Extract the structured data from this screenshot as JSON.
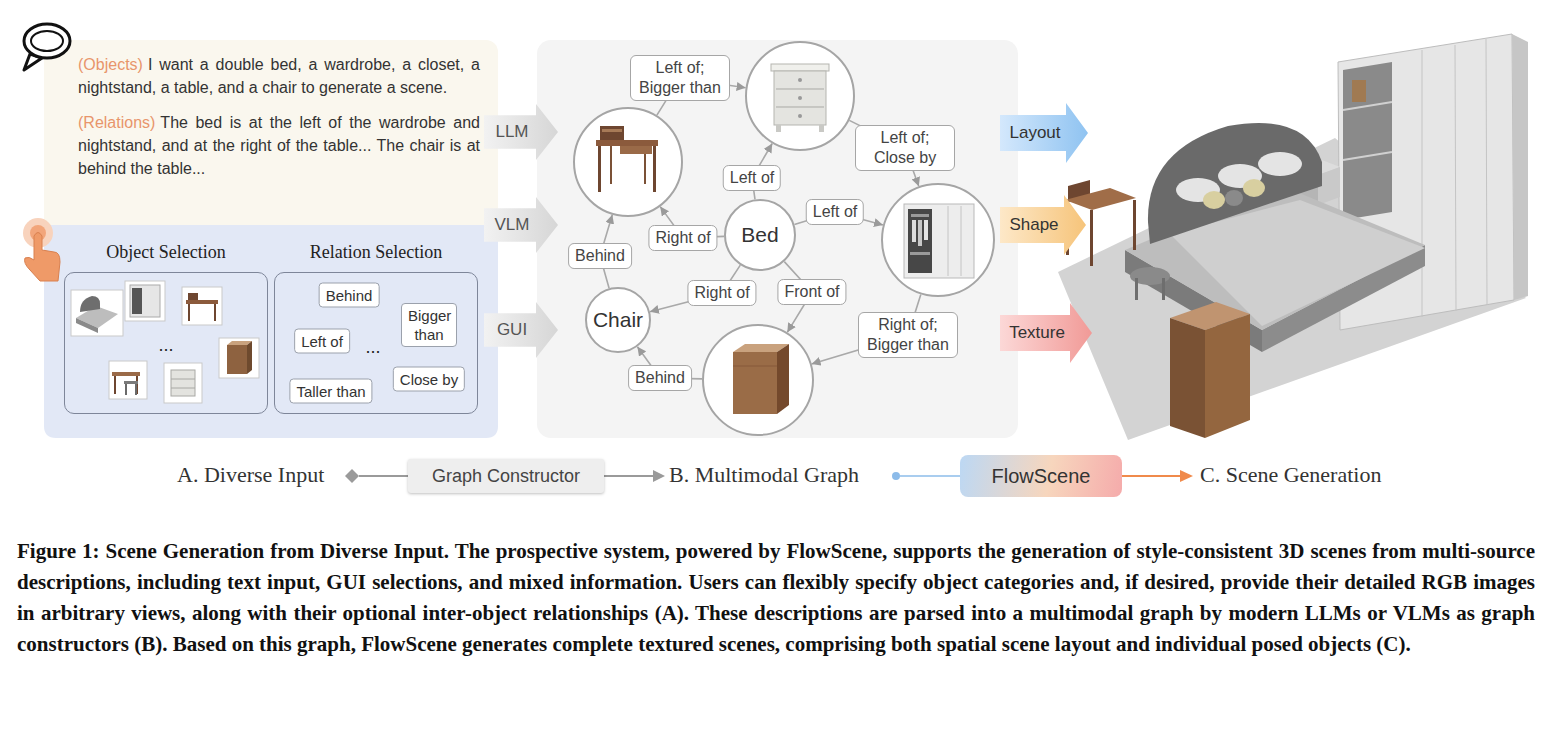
{
  "diagram": {
    "caption": "Figure 1: Scene Generation from Diverse Input. The prospective system, powered by FlowScene, supports the generation of style-consistent 3D scenes from multi-source descriptions, including text input, GUI selections, and mixed information. Users can flexibly specify object categories and, if desired, provide their detailed RGB images in arbitrary views, along with their optional inter-object relationships (A). These descriptions are parsed into a multimodal graph by modern LLMs or VLMs as graph constructors (B). Based on this graph, FlowScene generates complete textured scenes, comprising both spatial scene layout and individual posed objects (C).",
    "nodes": [
      {
        "text": [
          "(Objects)",
          "I want a double bed, a wardrobe, a closet, a nightstand, a table, and a chair to generate a scene.",
          "(Relations)",
          "The bed is at the left of the wardrobe and nightstand, and at the right of the table... The chair is at behind the table..."
        ]
      },
      {
        "text": [
          "Object Selection",
          "..."
        ]
      },
      {
        "text": [
          "Relation Selection",
          "..."
        ]
      },
      {
        "text": [
          "Behind"
        ],
        "in": 2
      },
      {
        "text": [
          "Left of"
        ],
        "in": 2
      },
      {
        "text": [
          "Bigger than"
        ],
        "in": 2
      },
      {
        "text": [
          "Taller than"
        ],
        "in": 2
      },
      {
        "text": [
          "Close by"
        ],
        "in": 2
      },
      {
        "text": [
          "LLM"
        ]
      },
      {
        "text": [
          "VLM"
        ]
      },
      {
        "text": [
          "GUI"
        ]
      },
      {
        "text": []
      },
      {
        "text": []
      },
      {
        "text": [
          "Bed"
        ]
      },
      {
        "text": []
      },
      {
        "text": [
          "Chair"
        ]
      },
      {
        "text": []
      },
      {
        "text": [
          "Layout"
        ]
      },
      {
        "text": [
          "Shape"
        ]
      },
      {
        "text": [
          "Texture"
        ]
      },
      {
        "text": [
          "Graph Constructor"
        ]
      },
      {
        "text": [
          "FlowScene"
        ]
      }
    ],
    "edges": [
      {
        "from": 11,
        "to": 12,
        "label": "Left of; Bigger than",
        "arrow": "to"
      },
      {
        "from": 12,
        "to": 14,
        "label": "Left of; Close by",
        "arrow": "to"
      },
      {
        "from": 13,
        "to": 12,
        "label": "Left of",
        "arrow": "to"
      },
      {
        "from": 13,
        "to": 14,
        "label": "Left of",
        "arrow": "to"
      },
      {
        "from": 13,
        "to": 11,
        "label": "Right of",
        "arrow": "to"
      },
      {
        "from": 15,
        "to": 11,
        "label": "Behind",
        "arrow": "to"
      },
      {
        "from": 13,
        "to": 15,
        "label": "Right of",
        "arrow": "to"
      },
      {
        "from": 13,
        "to": 16,
        "label": "Front of",
        "arrow": "to"
      },
      {
        "from": 14,
        "to": 16,
        "label": "Right of; Bigger than",
        "arrow": "to"
      },
      {
        "from": 16,
        "to": 15,
        "label": "Behind",
        "arrow": "to"
      }
    ],
    "labels": [
      "A. Diverse Input",
      "B. Multimodal Graph",
      "C. Scene Generation"
    ]
  }
}
